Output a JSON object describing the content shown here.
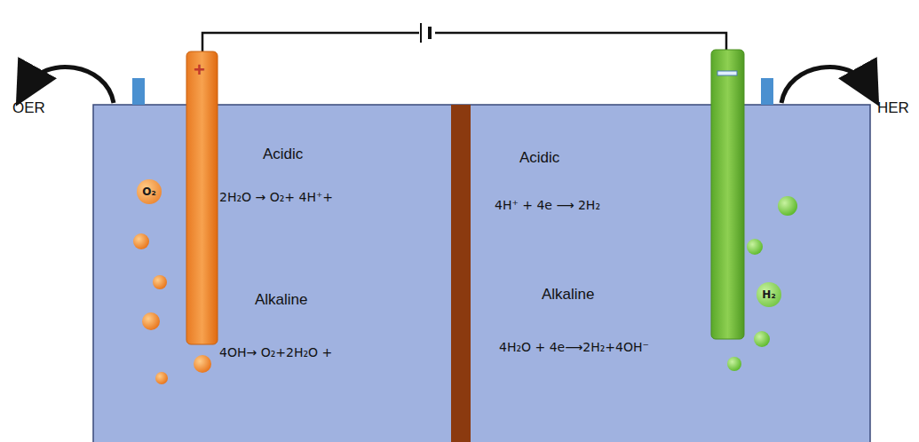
{
  "diagram": {
    "nodes": [
      {
        "text": [
          "O₂"
        ]
      },
      {
        "text": [
          "H₂"
        ]
      }
    ],
    "labels": [
      "OER",
      "HER",
      "Acidic",
      "2H₂O → O₂+ 4H⁺+",
      "Alkaline",
      "4OH→ O₂+2H₂O +",
      "Acidic",
      "4H⁺ + 4e ⟶ 2H₂",
      "Alkaline",
      "4H₂O + 4e⟶2H₂+4OH⁻",
      "+"
    ]
  }
}
